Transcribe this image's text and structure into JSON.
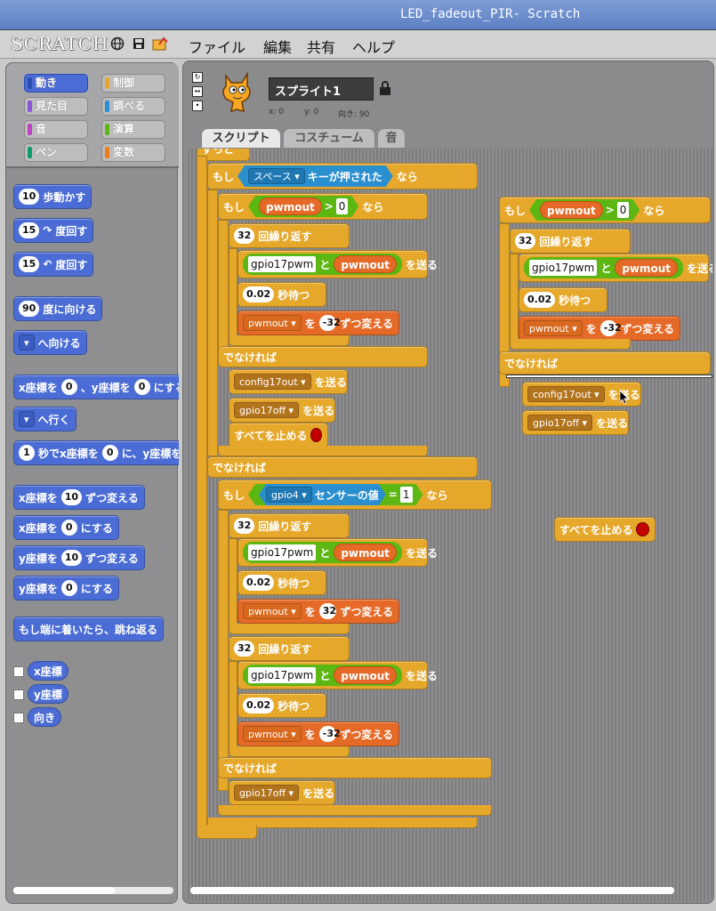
{
  "window": {
    "title": "LED_fadeout_PIR- Scratch"
  },
  "menubar": {
    "logo": "SCRATCH",
    "items": [
      "ファイル",
      "編集",
      "共有",
      "ヘルプ"
    ]
  },
  "categories": [
    {
      "label": "動き",
      "color": "#4a6cd4"
    },
    {
      "label": "制御",
      "color": "#e6a82a"
    },
    {
      "label": "見た目",
      "color": "#8a55d7"
    },
    {
      "label": "調べる",
      "color": "#2a8fcf"
    },
    {
      "label": "音",
      "color": "#bb42c3"
    },
    {
      "label": "演算",
      "color": "#5cb712"
    },
    {
      "label": "ペン",
      "color": "#0e9a6c"
    },
    {
      "label": "変数",
      "color": "#ee7d16"
    }
  ],
  "palette": {
    "move": {
      "arg": "10",
      "text": "歩動かす"
    },
    "turn_cw": {
      "arg": "15",
      "text": "度回す"
    },
    "turn_ccw": {
      "arg": "15",
      "text": "度回す"
    },
    "point_dir": {
      "arg": "90",
      "text": "度に向ける"
    },
    "point_to": {
      "text": "へ向ける"
    },
    "goto_xy": {
      "t1": "x座標を",
      "a1": "0",
      "t2": "、y座標を",
      "a2": "0",
      "t3": "にする"
    },
    "goto": {
      "text": "へ行く"
    },
    "glide": {
      "a1": "1",
      "t1": "秒でx座標を",
      "a2": "0",
      "t2": "に、y座標を"
    },
    "change_x": {
      "t1": "x座標を",
      "a1": "10",
      "t2": "ずつ変える"
    },
    "set_x": {
      "t1": "x座標を",
      "a1": "0",
      "t2": "にする"
    },
    "change_y": {
      "t1": "y座標を",
      "a1": "10",
      "t2": "ずつ変える"
    },
    "set_y": {
      "t1": "y座標を",
      "a1": "0",
      "t2": "にする"
    },
    "bounce": {
      "text": "もし端に着いたら、跳ね返る"
    },
    "reporters": [
      "x座標",
      "y座標",
      "向き"
    ]
  },
  "sprite": {
    "name": "スプライト1",
    "x_label": "x: 0",
    "y_label": "y: 0",
    "dir_label": "向き: 90"
  },
  "tabs": [
    "スクリプト",
    "コスチューム",
    "音"
  ],
  "scripts": {
    "forever": "ずっと",
    "if": "もし",
    "then": "なら",
    "else": "でなければ",
    "key_pressed": "キーが押された",
    "key": "スペース",
    "pwmout": "pwmout",
    "gt": ">",
    "zero": "0",
    "repeat": "回繰り返す",
    "n32": "32",
    "gpio17pwm": "gpio17pwm",
    "and": "と",
    "send": "を送る",
    "wait_val": "0.02",
    "wait": "秒待つ",
    "change_to": "を",
    "change_val_neg": "-32",
    "change_val_pos": "32",
    "change": "ずつ変える",
    "config17out": "config17out",
    "gpio17off": "gpio17off",
    "stop_all": "すべてを止める",
    "gpio4": "gpio4",
    "sensor_value": "センサーの値",
    "eq": "=",
    "one": "1"
  }
}
